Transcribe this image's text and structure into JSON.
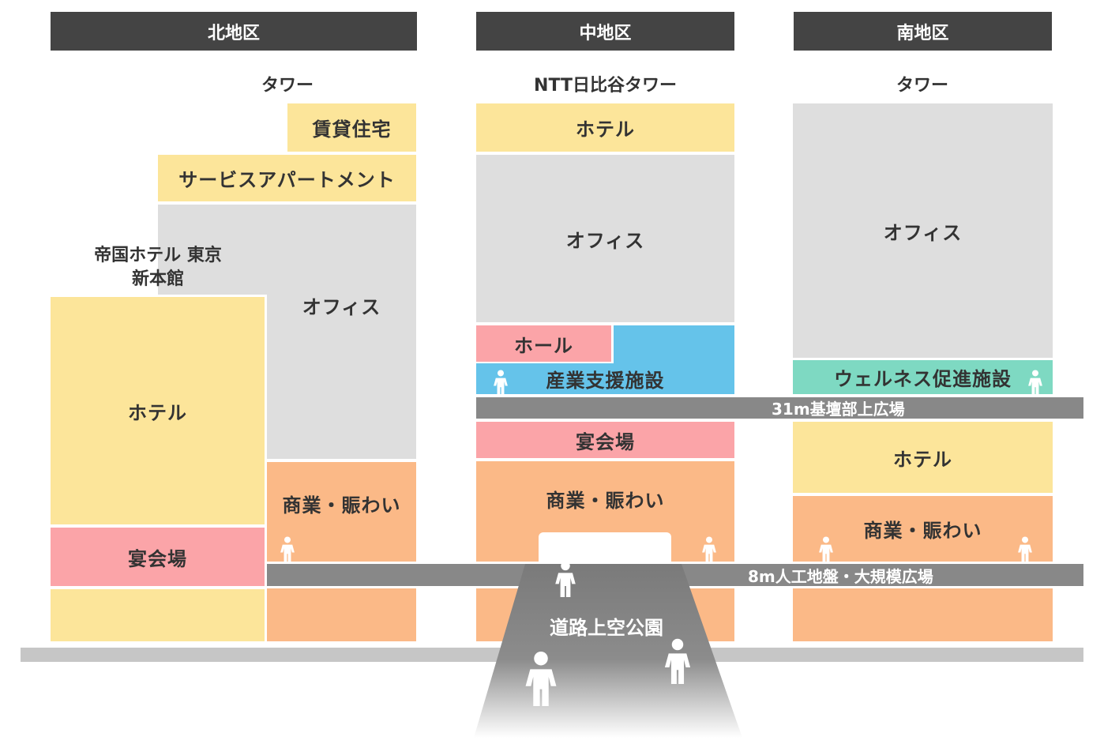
{
  "districts": {
    "north": {
      "header": "北地区",
      "tower_label": "タワー",
      "teikoku_label_line1": "帝国ホテル 東京",
      "teikoku_label_line2": "新本館",
      "blocks": {
        "rental": "賃貸住宅",
        "service_apartment": "サービスアパートメント",
        "office": "オフィス",
        "hotel": "ホテル",
        "banquet": "宴会場",
        "commercial": "商業・賑わい"
      }
    },
    "central": {
      "header": "中地区",
      "tower_label": "NTT日比谷タワー",
      "blocks": {
        "hotel": "ホテル",
        "office": "オフィス",
        "hall": "ホール",
        "industry_support": "産業支援施設",
        "banquet": "宴会場",
        "commercial": "商業・賑わい"
      }
    },
    "south": {
      "header": "南地区",
      "tower_label": "タワー",
      "blocks": {
        "office": "オフィス",
        "wellness": "ウェルネス促進施設",
        "hotel": "ホテル",
        "commercial": "商業・賑わい"
      }
    }
  },
  "bands": {
    "plaza_31m": "31m基壇部上広場",
    "plaza_8m": "8m人工地盤・大規模広場"
  },
  "park": {
    "label": "道路上空公園"
  },
  "colors": {
    "header": "#444444",
    "hotel_residential": "#fce59a",
    "office": "#dedede",
    "commercial": "#fbb987",
    "banquet_hall": "#fba4a8",
    "industry": "#65c3ea",
    "wellness": "#7ed9c2",
    "band": "#888888"
  },
  "icons": {
    "person": "person-icon"
  }
}
